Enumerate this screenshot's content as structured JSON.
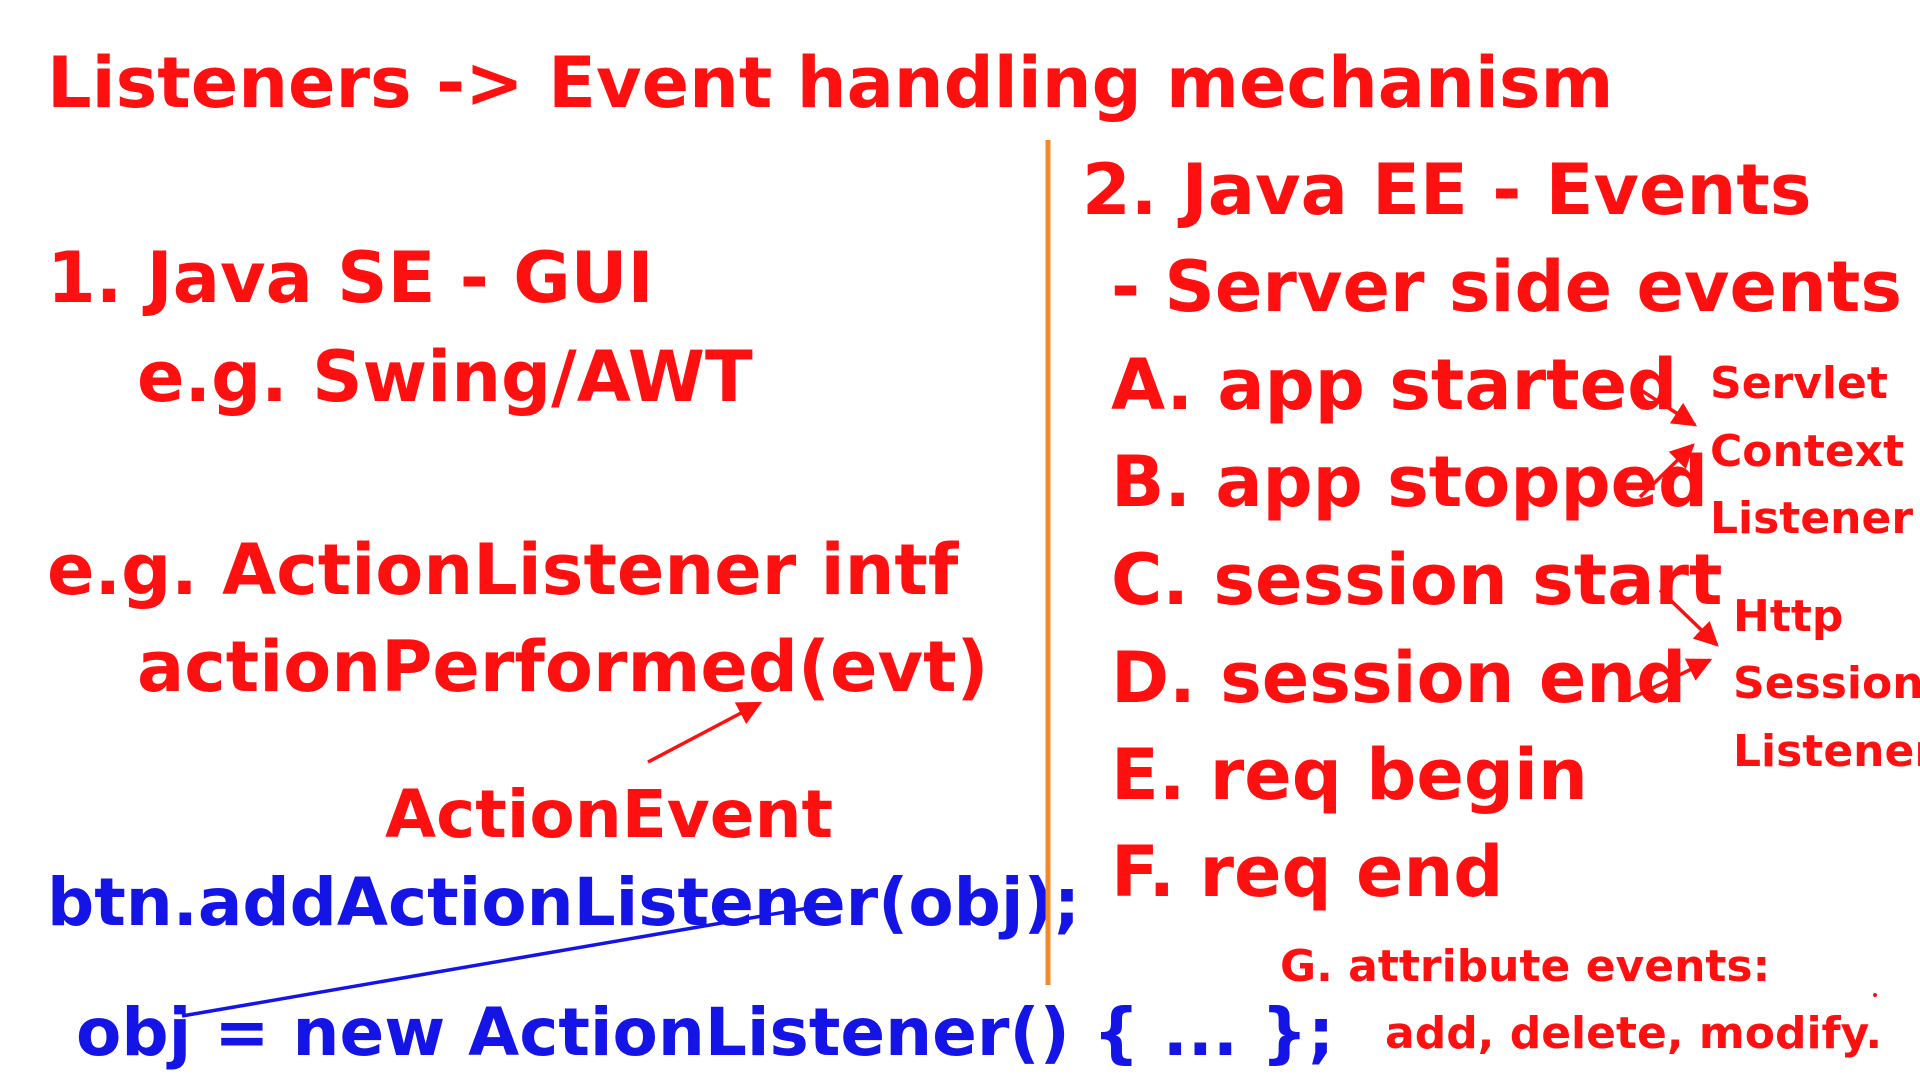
{
  "title": "Listeners -> Event handling mechanism",
  "left": {
    "heading": "1. Java SE - GUI",
    "example1": "e.g. Swing/AWT",
    "example2": "e.g. ActionListener intf",
    "method": "actionPerformed(evt)",
    "event_label": "ActionEvent",
    "code_line1": "btn.addActionListener(obj);",
    "code_line2": "obj = new ActionListener() { ... };"
  },
  "right": {
    "heading": "2. Java EE - Events",
    "subheading": "- Server side events",
    "items": [
      "A. app started",
      "B. app stopped",
      "C. session start",
      "D. session end",
      "E. req begin",
      "F. req end"
    ],
    "servlet_listener": [
      "Servlet",
      "Context",
      "Listener"
    ],
    "http_listener": [
      "Http",
      "Session",
      "Listener"
    ],
    "attribute_events_line1": "G. attribute events:",
    "attribute_events_line2": "add, delete, modify."
  },
  "colors": {
    "text_red": "#ff1010",
    "text_blue": "#1414e6",
    "divider_orange": "#f08a2a"
  }
}
